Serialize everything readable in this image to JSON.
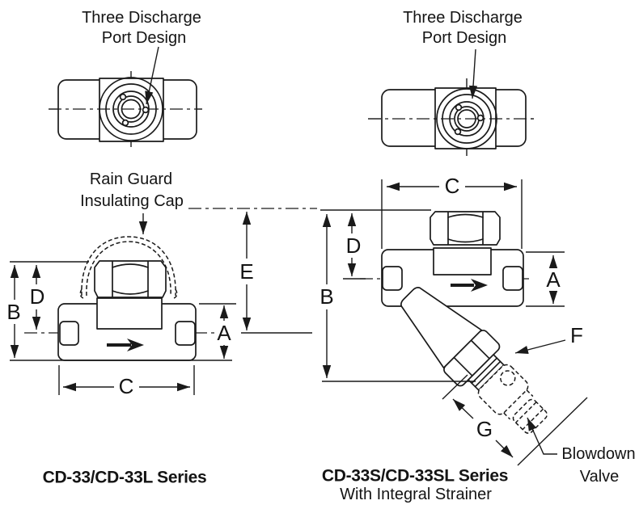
{
  "diagram": {
    "colors": {
      "ink": "#1a1a1a",
      "background": "#ffffff"
    },
    "labels": {
      "discharge_left": {
        "line1": "Three Discharge",
        "line2": "Port Design"
      },
      "discharge_right": {
        "line1": "Three Discharge",
        "line2": "Port Design"
      },
      "rain_guard": {
        "line1": "Rain Guard",
        "line2": "Insulating Cap"
      },
      "blowdown": {
        "line1": "Blowdown",
        "line2": "Valve"
      }
    },
    "left_view": {
      "series": "CD-33/CD-33L Series",
      "dims": {
        "a": "A",
        "b": "B",
        "c": "C",
        "d": "D",
        "e": "E"
      }
    },
    "right_view": {
      "series": "CD-33S/CD-33SL Series",
      "subtitle": "With Integral Strainer",
      "dims": {
        "a": "A",
        "b": "B",
        "c": "C",
        "d": "D",
        "f": "F",
        "g": "G"
      }
    }
  }
}
